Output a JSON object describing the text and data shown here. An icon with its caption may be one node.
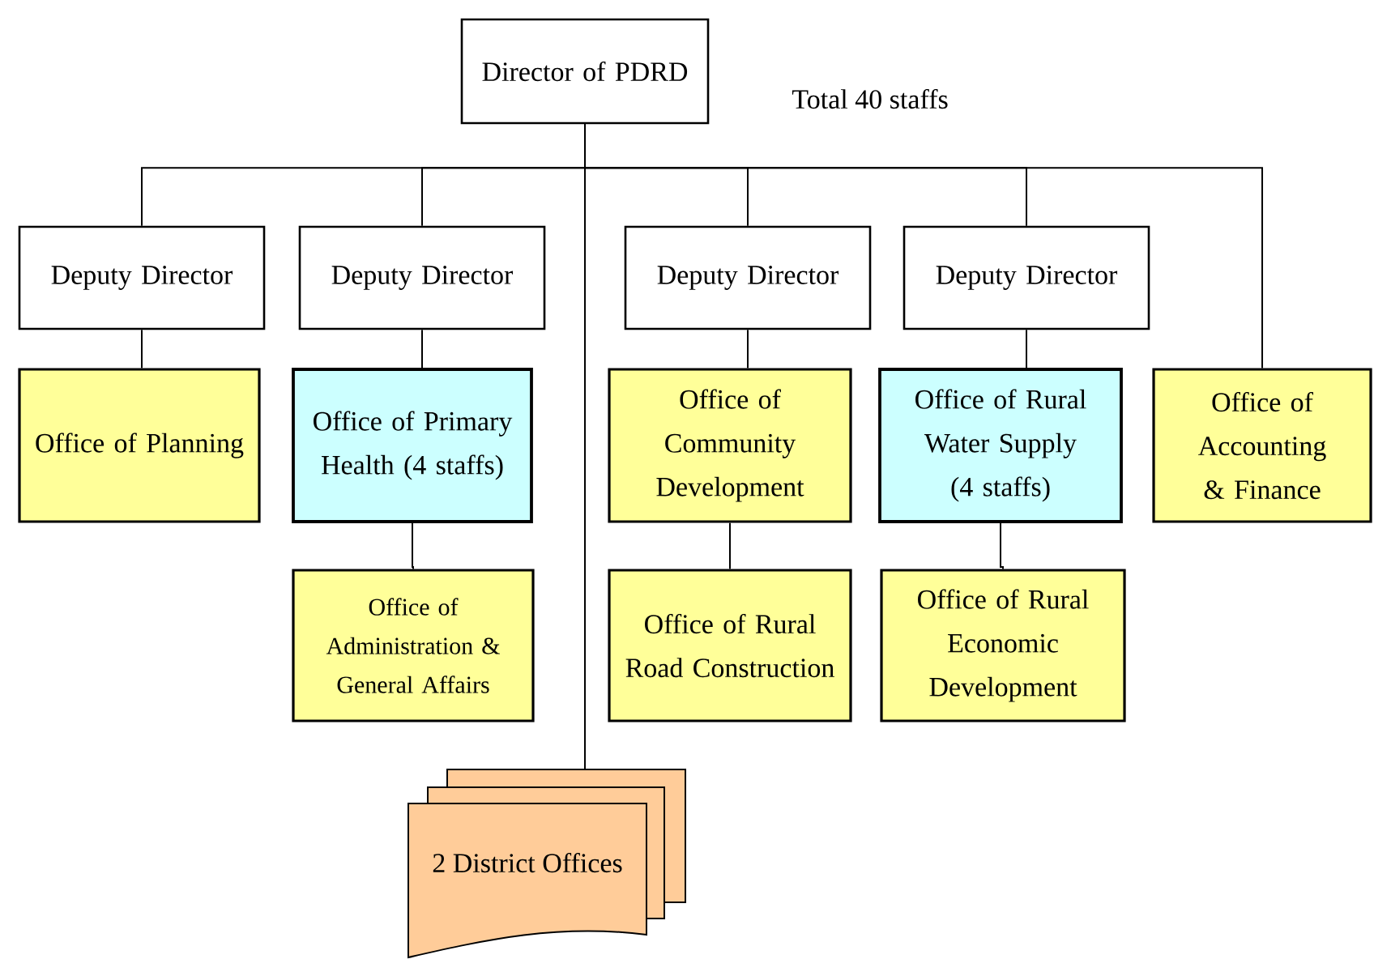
{
  "diagram": {
    "nodes": [
      {
        "text": [
          "Director of PDRD"
        ]
      },
      {
        "text": [
          "Deputy Director"
        ]
      },
      {
        "text": [
          "Deputy Director"
        ]
      },
      {
        "text": [
          "Deputy Director"
        ]
      },
      {
        "text": [
          "Deputy Director"
        ]
      },
      {
        "text": [
          "Office of Planning"
        ]
      },
      {
        "text": [
          "Office of Primary Health (4 staffs)"
        ]
      },
      {
        "text": [
          "Office of Community Development"
        ]
      },
      {
        "text": [
          "Office of Rural Water Supply (4 staffs)"
        ]
      },
      {
        "text": [
          "Office of Accounting & Finance"
        ]
      },
      {
        "text": [
          "Office of Administration & General Affairs"
        ]
      },
      {
        "text": [
          "Office of Rural Road Construction"
        ]
      },
      {
        "text": [
          "Office of Rural Economic Development"
        ]
      },
      {
        "text": [
          "2 District Offices"
        ]
      }
    ],
    "edges": [
      {
        "from": 0,
        "to": 1,
        "arrow": "none"
      },
      {
        "from": 0,
        "to": 2,
        "arrow": "none"
      },
      {
        "from": 0,
        "to": 3,
        "arrow": "none"
      },
      {
        "from": 0,
        "to": 4,
        "arrow": "none"
      },
      {
        "from": 0,
        "to": 9,
        "arrow": "none"
      },
      {
        "from": 1,
        "to": 5,
        "arrow": "none"
      },
      {
        "from": 2,
        "to": 6,
        "arrow": "none"
      },
      {
        "from": 3,
        "to": 7,
        "arrow": "none"
      },
      {
        "from": 4,
        "to": 8,
        "arrow": "none"
      },
      {
        "from": 6,
        "to": 10,
        "arrow": "none"
      },
      {
        "from": 7,
        "to": 11,
        "arrow": "none"
      },
      {
        "from": 8,
        "to": 12,
        "arrow": "none"
      },
      {
        "from": 0,
        "to": 13,
        "arrow": "none"
      }
    ],
    "labels": [
      "Total 40 staffs"
    ]
  }
}
